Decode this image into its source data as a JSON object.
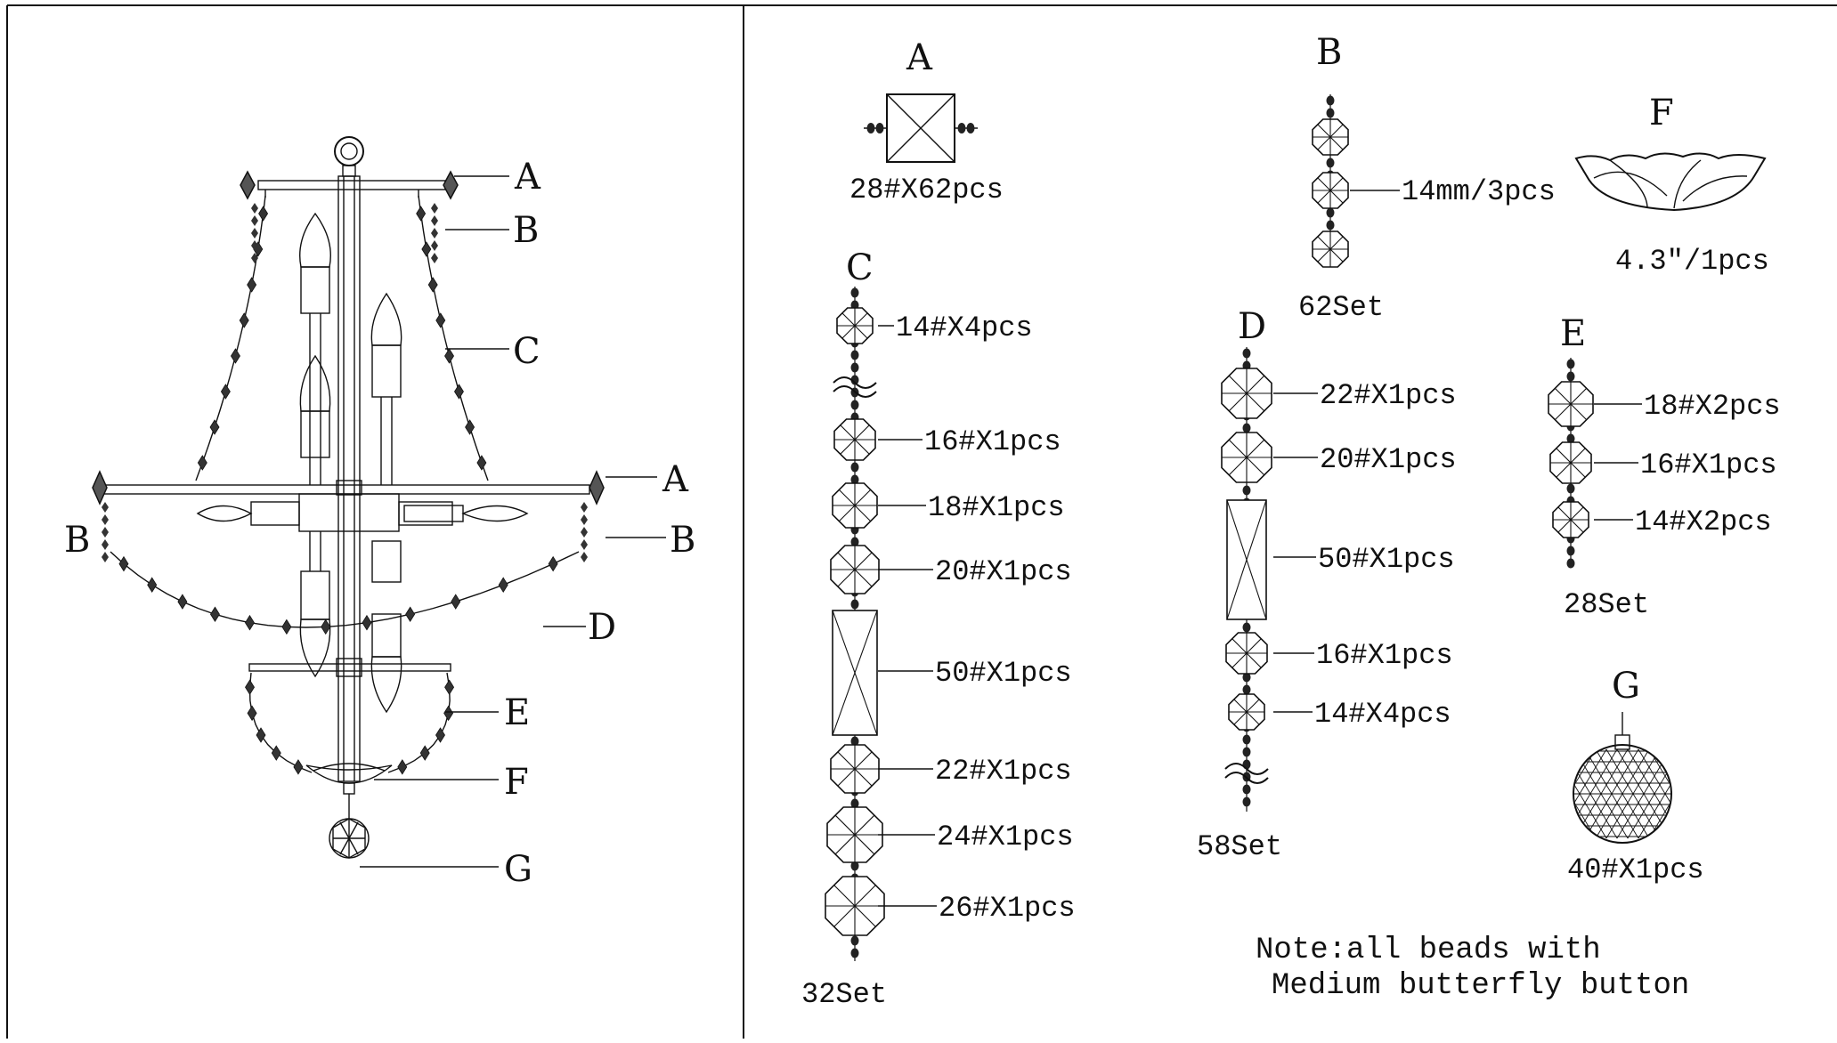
{
  "left_callouts": {
    "a_top": "A",
    "b_top": "B",
    "c": "C",
    "a_mid": "A",
    "b_left": "B",
    "b_right": "B",
    "d": "D",
    "e": "E",
    "f": "F",
    "g": "G"
  },
  "part_a": {
    "letter": "A",
    "caption": "28#X62pcs"
  },
  "part_b": {
    "letter": "B",
    "spec": "14mm/3pcs",
    "sets": "62Set"
  },
  "part_f": {
    "letter": "F",
    "caption": "4.3″/1pcs"
  },
  "part_c": {
    "letter": "C",
    "items": [
      "14#X4pcs",
      "16#X1pcs",
      "18#X1pcs",
      "20#X1pcs",
      "50#X1pcs",
      "22#X1pcs",
      "24#X1pcs",
      "26#X1pcs"
    ],
    "sets": "32Set"
  },
  "part_d": {
    "letter": "D",
    "items": [
      "22#X1pcs",
      "20#X1pcs",
      "50#X1pcs",
      "16#X1pcs",
      "14#X4pcs"
    ],
    "sets": "58Set"
  },
  "part_e": {
    "letter": "E",
    "items": [
      "18#X2pcs",
      "16#X1pcs",
      "14#X2pcs"
    ],
    "sets": "28Set"
  },
  "part_g": {
    "letter": "G",
    "caption": "40#X1pcs"
  },
  "note": {
    "line1": "Note:all beads with",
    "line2": "Medium butterfly button"
  }
}
